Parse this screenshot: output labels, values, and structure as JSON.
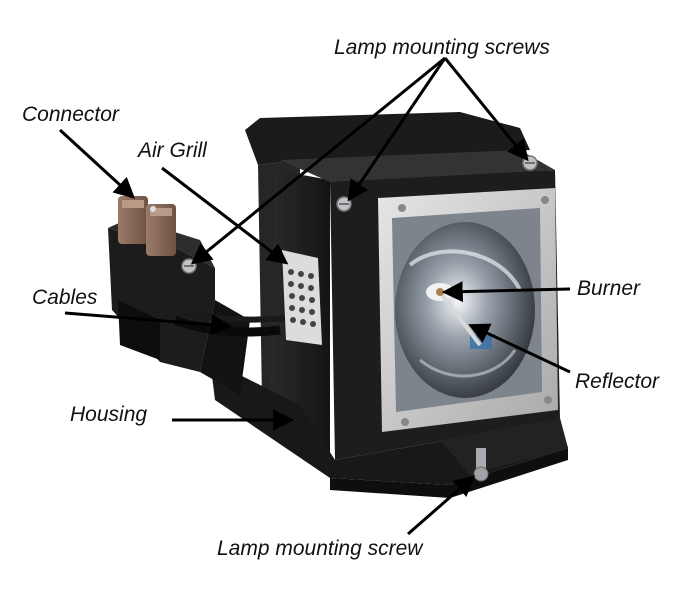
{
  "diagram": {
    "subject": "projector lamp assembly",
    "colors": {
      "background": "#ffffff",
      "housing": "#1e1e1e",
      "reflector_frame": "#cfcfcf",
      "connector": "#8a6a58",
      "screw": "#b9bcc0",
      "arrow": "#000000"
    },
    "labels": {
      "lamp_mounting_screws": "Lamp mounting screws",
      "connector": "Connector",
      "air_grill": "Air Grill",
      "cables": "Cables",
      "burner": "Burner",
      "reflector": "Reflector",
      "housing": "Housing",
      "lamp_mounting_screw": "Lamp mounting screw"
    }
  }
}
